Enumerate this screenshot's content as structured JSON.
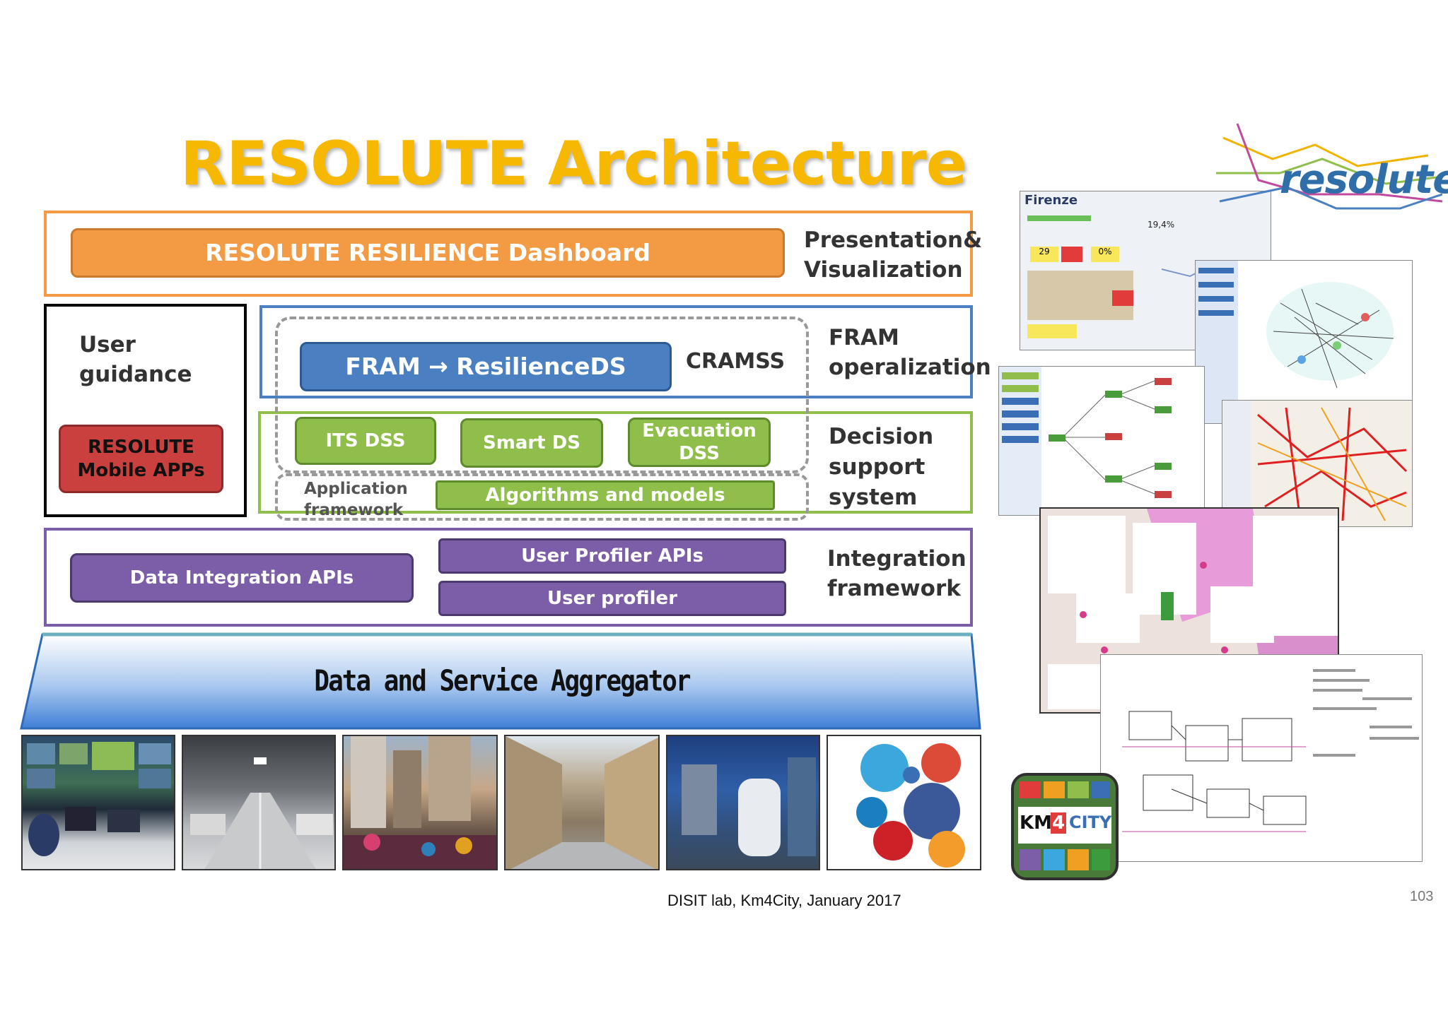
{
  "slide": {
    "title": "RESOLUTE Architecture",
    "footer": "DISIT lab, Km4City, January 2017",
    "page_number": "103"
  },
  "layers": {
    "presentation": {
      "box": "RESOLUTE  RESILIENCE  Dashboard",
      "label": "Presentation&\nVisualization"
    },
    "user_guidance": {
      "label": "User\nguidance",
      "box": "RESOLUTE\nMobile APPs"
    },
    "fram": {
      "box": "FRAM → ResilienceDS",
      "cramss": "CRAMSS",
      "label": "FRAM\noperalization"
    },
    "decision": {
      "its": "ITS DSS",
      "smart": "Smart DS",
      "evac": "Evacuation\nDSS",
      "app_framework": "Application\nframework",
      "algorithms": "Algorithms and models",
      "label": "Decision\nsupport\nsystem"
    },
    "integration": {
      "data_apis": "Data Integration APIs",
      "profiler_apis": "User Profiler APIs",
      "profiler": "User profiler",
      "label": "Integration\nframework"
    },
    "aggregator": "Data and Service Aggregator"
  },
  "screenshots": {
    "firenze_title": "Firenze",
    "firenze_values": [
      "19,4%",
      "29",
      "0%"
    ],
    "resolute_logo": "resolute",
    "km4city_logo": [
      "KM",
      "4",
      "CITY"
    ]
  },
  "colors": {
    "title": "#f6b800",
    "orange": "#f39a45",
    "blue": "#4a7fc1",
    "green": "#8fbf4a",
    "purple": "#7b5ea7",
    "red": "#c9403e"
  }
}
